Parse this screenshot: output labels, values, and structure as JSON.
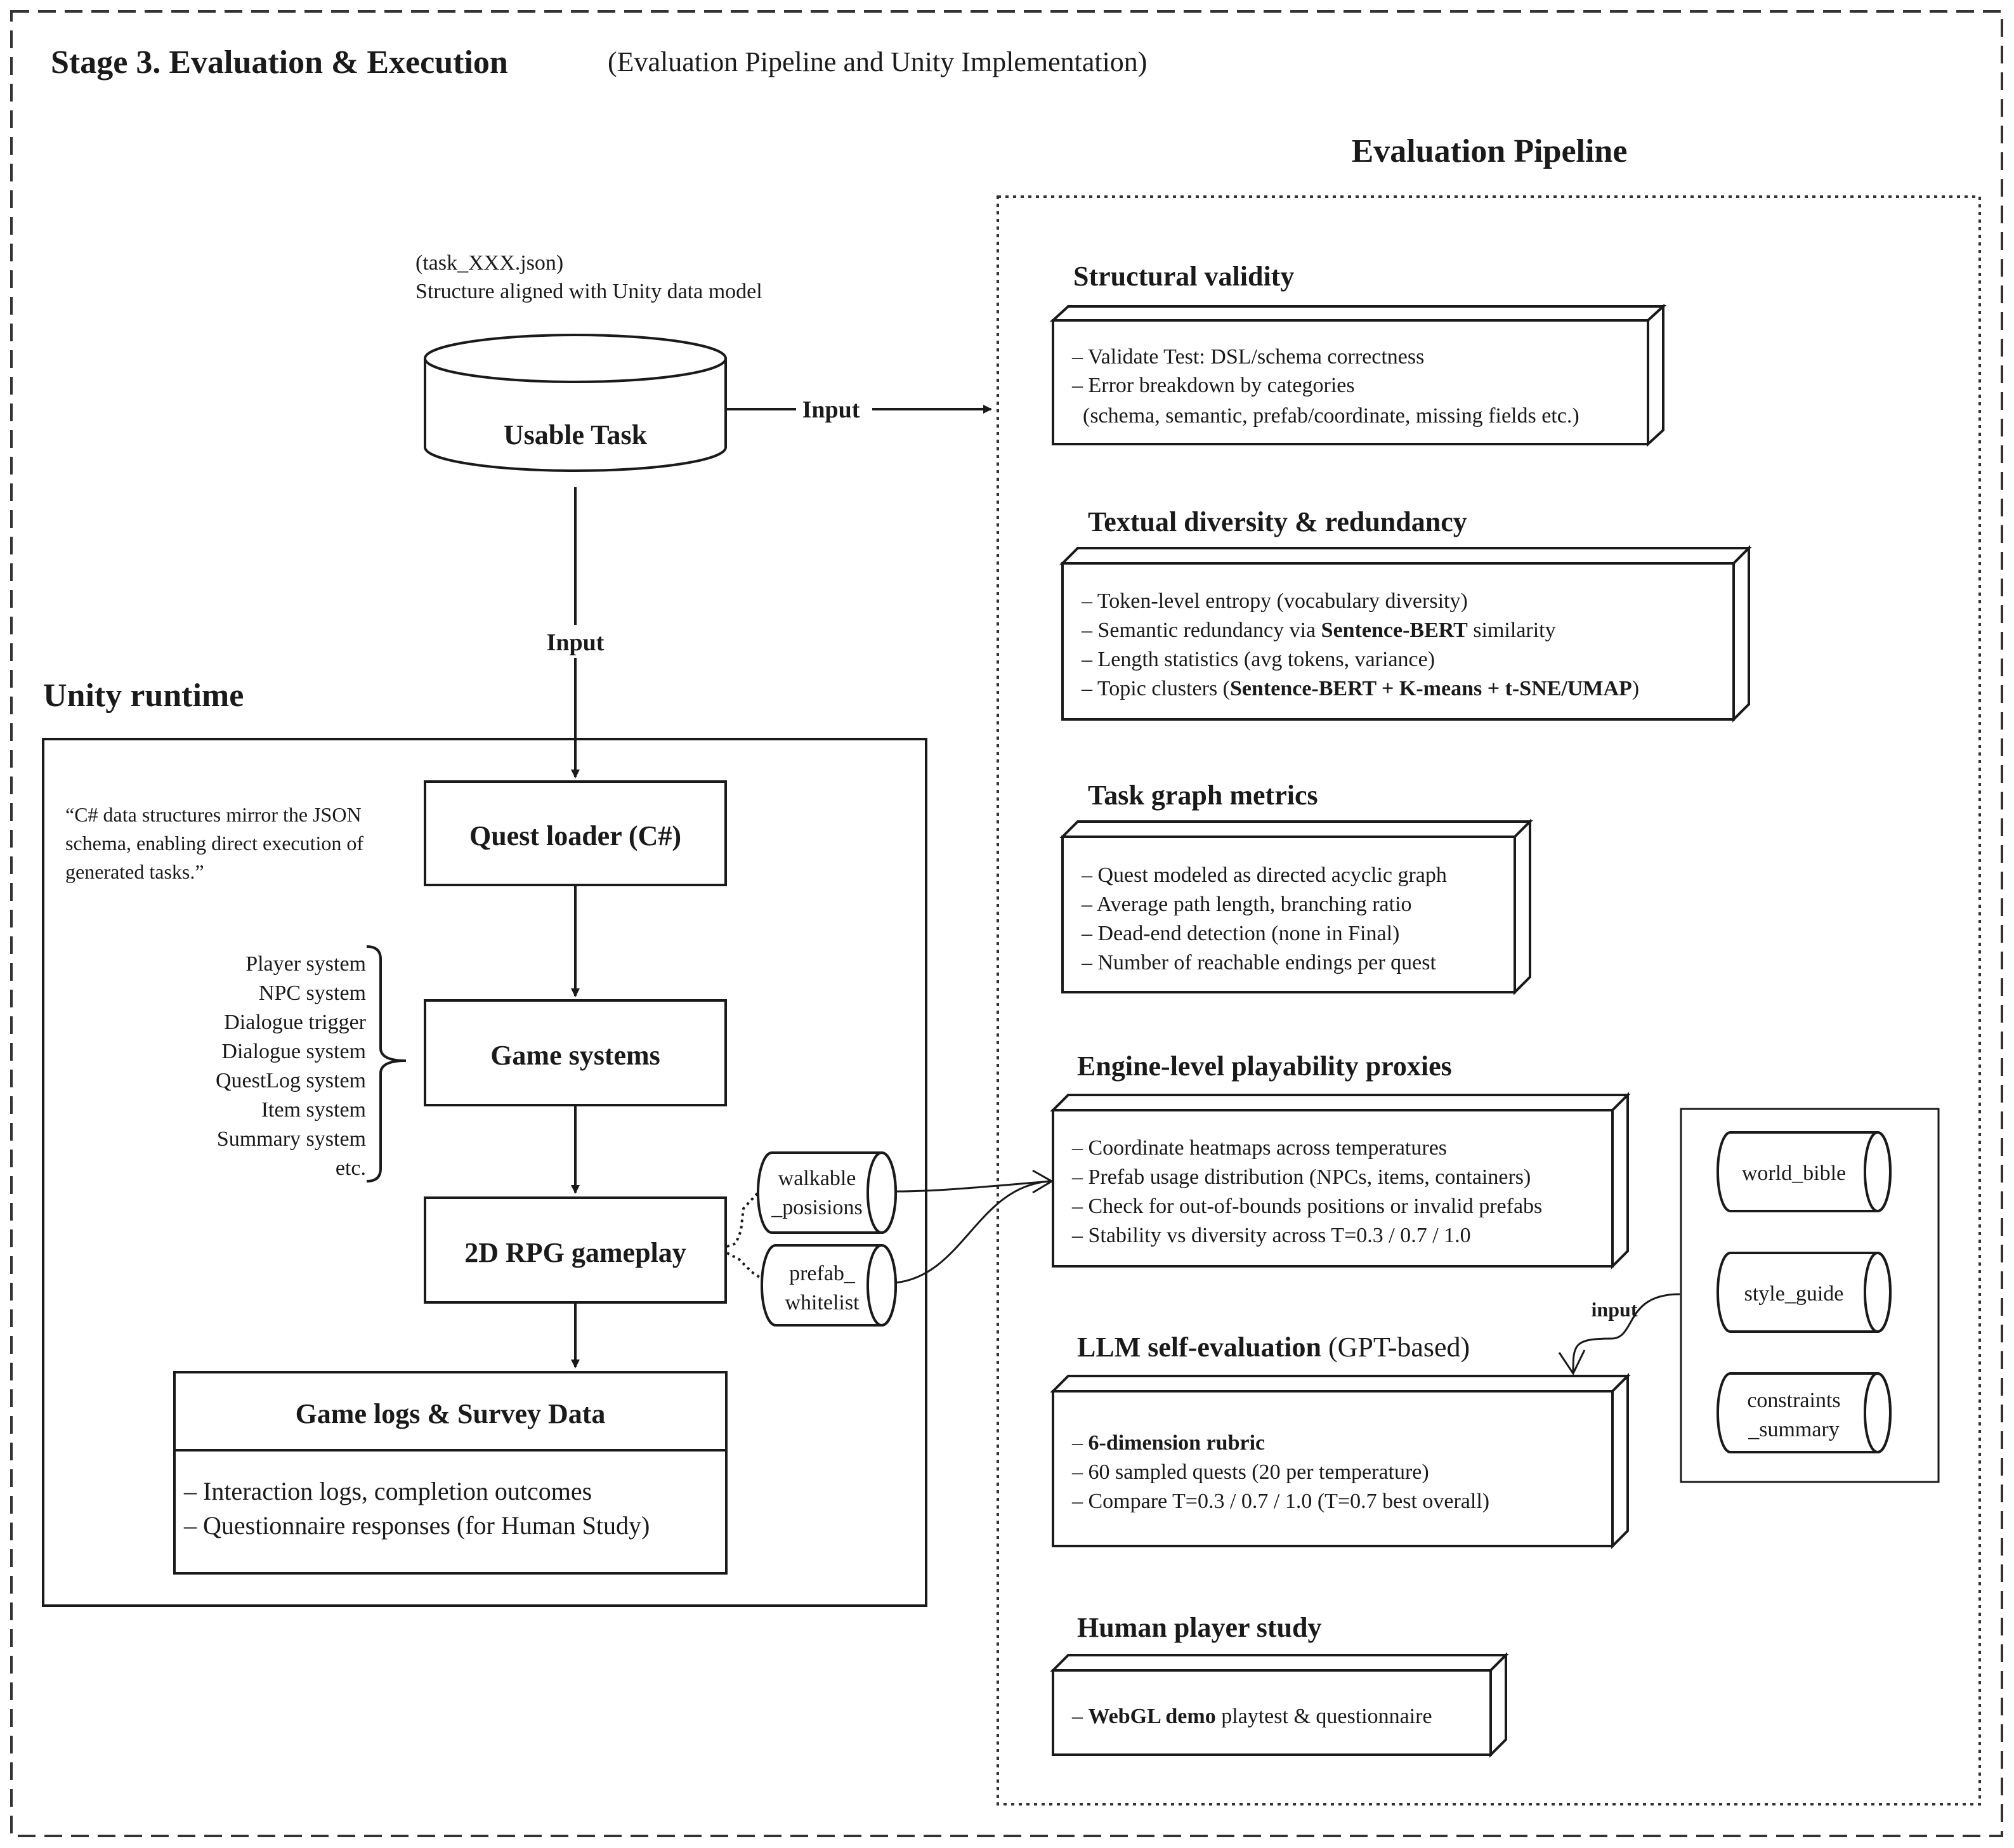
{
  "header": {
    "title": "Stage 3. Evaluation & Execution",
    "subtitle": "(Evaluation Pipeline and Unity Implementation)"
  },
  "task_note": {
    "line1": "(task_XXX.json)",
    "line2": "Structure aligned with Unity data model"
  },
  "usable_task": {
    "label": "Usable Task"
  },
  "arrows": {
    "input_right": "Input",
    "input_down": "Input",
    "input_lower": "input"
  },
  "unity": {
    "title": "Unity runtime",
    "quote": [
      "“C# data structures mirror the JSON",
      "schema, enabling direct execution of",
      "generated tasks.”"
    ],
    "quest_loader": "Quest loader (C#)",
    "game_systems": "Game systems",
    "systems_list": [
      "Player system",
      "NPC system",
      "Dialogue trigger",
      "Dialogue system",
      "QuestLog system",
      "Item system",
      "Summary system",
      "etc."
    ],
    "gameplay": "2D RPG gameplay",
    "walkable": [
      "walkable",
      "_posisions"
    ],
    "prefab": [
      "prefab_",
      "whitelist"
    ],
    "logs": {
      "title": "Game logs & Survey Data",
      "items": [
        "– Interaction logs, completion outcomes",
        "– Questionnaire responses (for Human Study)"
      ]
    }
  },
  "pipeline": {
    "title": "Evaluation Pipeline",
    "structural": {
      "title": "Structural validity",
      "items": [
        "– Validate Test:   DSL/schema correctness",
        "– Error breakdown by categories",
        "  (schema, semantic, prefab/coordinate, missing fields etc.)"
      ]
    },
    "textual": {
      "title": "Textual diversity & redundancy",
      "item1": "– Token-level entropy (vocabulary diversity)",
      "item2_pre": "– Semantic redundancy via ",
      "item2_bold": "Sentence-BERT",
      "item2_post": " similarity",
      "item3": "– Length statistics (avg tokens, variance)",
      "item4_pre": "– Topic clusters (",
      "item4_bold": "Sentence-BERT + K-means + t-SNE/UMAP",
      "item4_post": ")"
    },
    "graph": {
      "title": "Task graph metrics",
      "items": [
        "– Quest modeled as directed acyclic graph",
        "– Average path length, branching ratio",
        "– Dead-end detection (none in Final)",
        "– Number of reachable endings per quest"
      ]
    },
    "engine": {
      "title": "Engine-level playability proxies",
      "items": [
        "– Coordinate heatmaps across temperatures",
        "– Prefab usage distribution (NPCs, items, containers)",
        "– Check for out-of-bounds positions or invalid prefabs",
        "– Stability vs diversity across T=0.3 / 0.7 / 1.0"
      ]
    },
    "llm": {
      "title": "LLM self-evaluation",
      "title_suffix": " (GPT-based)",
      "item1_bold": "6-dimension rubric",
      "item1_pre": "– ",
      "item2": "– 60 sampled quests (20 per temperature)",
      "item3": "– Compare T=0.3 / 0.7 / 1.0 (T=0.7 best overall)"
    },
    "human": {
      "title": "Human player study",
      "item_pre": "– ",
      "item_bold": "WebGL demo",
      "item_post": " playtest & questionnaire"
    },
    "resources": {
      "world_bible": "world_bible",
      "style_guide": "style_guide",
      "constraints": [
        "constraints",
        "_summary"
      ]
    }
  }
}
